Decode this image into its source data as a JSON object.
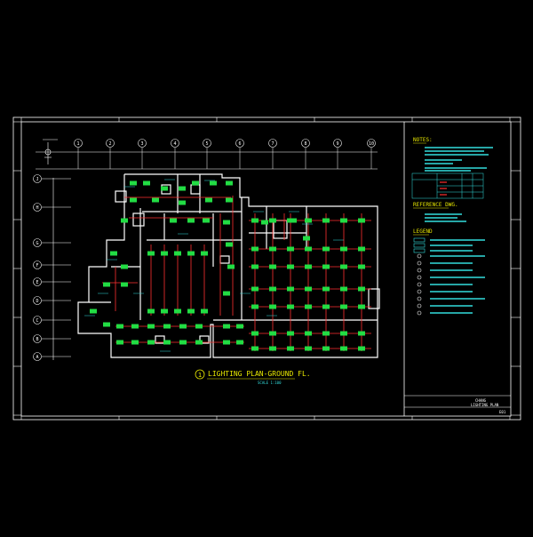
{
  "drawing": {
    "title": "LIGHTING PLAN-GROUND FL.",
    "scale": "SCALE 1:100",
    "title_number": "1",
    "grid_columns": [
      "1",
      "2",
      "3",
      "4",
      "5",
      "6",
      "7",
      "8",
      "9",
      "10"
    ],
    "grid_rows": [
      "J",
      "H",
      "G",
      "F",
      "E",
      "D",
      "C",
      "B",
      "A"
    ]
  },
  "notes": {
    "heading": "NOTES:"
  },
  "reference": {
    "heading": "REFERENCE DWG."
  },
  "legend": {
    "heading": "LEGEND"
  },
  "title_block": {
    "project": "CHANG",
    "sheet_title": "LIGHTING PLAN",
    "sheet_no": "E01"
  },
  "colors": {
    "background": "#000000",
    "border": "#ffffff",
    "light_fixture": "#22dd44",
    "circuit": "#ff3030",
    "note_text": "#33dddd",
    "heading_text": "#e8e800",
    "grid_marker": "#ffffff"
  }
}
